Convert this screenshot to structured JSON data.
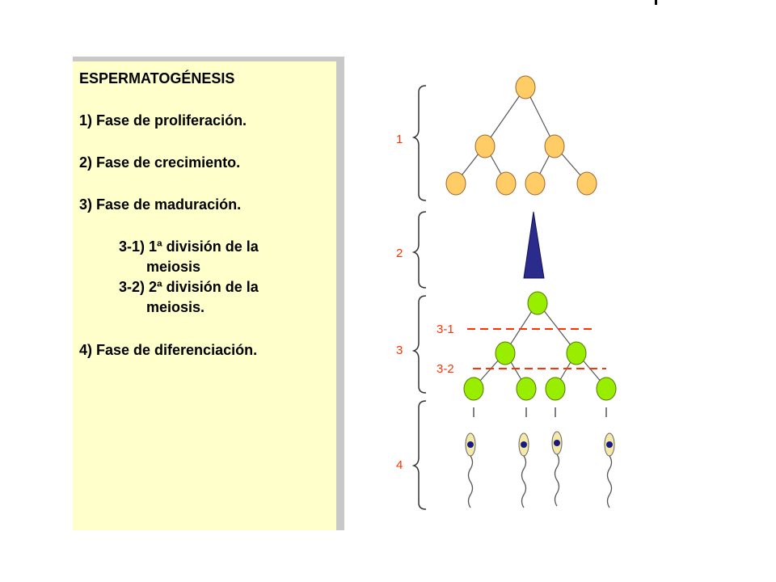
{
  "text_panel": {
    "title": "ESPERMATOGÉNESIS",
    "items": [
      "1)  Fase de proliferación.",
      "2)  Fase de crecimiento.",
      "3)  Fase de maduración.",
      "3-1) 1ª división de la",
      "meiosis",
      "3-2) 2ª división de la",
      "meiosis.",
      "4)  Fase de diferenciación."
    ]
  },
  "diagram": {
    "phase_labels": [
      "1",
      "2",
      "3",
      "4"
    ],
    "division_labels": [
      "3-1",
      "3-2"
    ],
    "colors": {
      "proliferation_cell": "#ffcc66",
      "maturation_cell": "#99ee00",
      "growth_triangle": "#2b2b8c",
      "labels": "#ff3300",
      "nucleus": "#1a1a80"
    }
  }
}
